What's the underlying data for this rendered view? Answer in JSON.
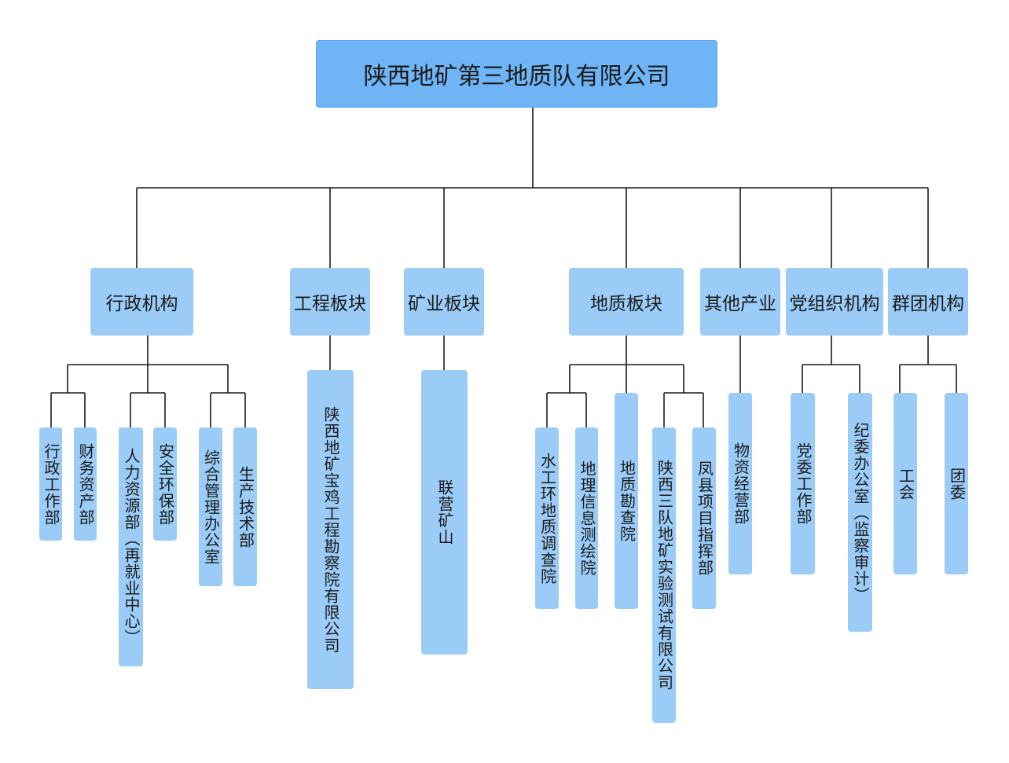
{
  "root": "陕西地矿第三地质队有限公司",
  "categories": [
    "行政机构",
    "工程板块",
    "矿业板块",
    "地质板块",
    "其他产业",
    "党组织机构",
    "群团机构"
  ],
  "units": {
    "admin": [
      "行政工作部",
      "财务资产部",
      "人力资源部（再就业中心）",
      "安全环保部",
      "综合管理办公室",
      "生产技术部"
    ],
    "engineering": [
      "陕西地矿宝鸡工程勘察院有限公司"
    ],
    "mining": [
      "联营矿山"
    ],
    "geology": [
      "水工环地质调查院",
      "地理信息测绘院",
      "地质勘查院",
      "陕西三队地矿实验测试有限公司",
      "凤县项目指挥部"
    ],
    "other": [
      "物资经营部"
    ],
    "party": [
      "党委工作部",
      "纪委办公室（监察审计）"
    ],
    "mass": [
      "工会",
      "团委"
    ]
  }
}
